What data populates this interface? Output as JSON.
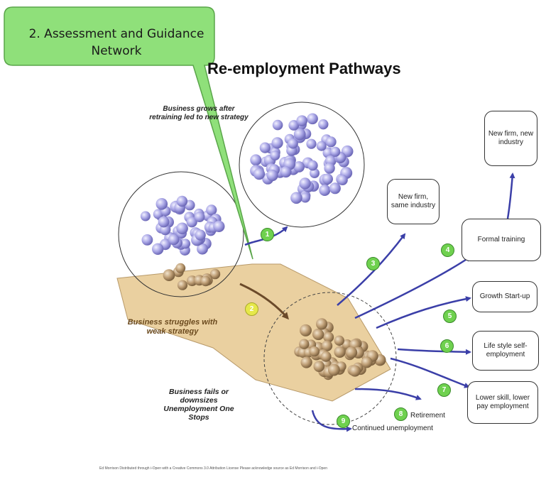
{
  "callout": {
    "title_line1": "2. Assessment and Guidance",
    "title_line2": "Network"
  },
  "title": "Re-employment Pathways",
  "labels": {
    "grows": "Business grows after retraining led to new strategy",
    "struggles": "Business struggles with weak strategy",
    "fails": "Business fails or downsizes Unemployment One Stops"
  },
  "boxes": {
    "new_firm_same": "New firm, same industry",
    "new_firm_new": "New firm, new industry",
    "formal_training": "Formal training",
    "growth_startup": "Growth Start-up",
    "lifestyle": "Life style self-employment",
    "lower_skill": "Lower skill, lower pay employment"
  },
  "outcomes": {
    "retirement": "Retirement",
    "continued": "Continued unemployment"
  },
  "numbers": [
    "1",
    "2",
    "3",
    "4",
    "5",
    "6",
    "7",
    "8",
    "9"
  ],
  "footer": "Ed Morrison Distributed through i-Open with a Creative Commons 3.0 Attribution License Please acknowledge source as Ed Morrison and i-Open",
  "colors": {
    "callout_fill": "#8fe07a",
    "sphere_purple": "#a9a6e8",
    "sphere_tan": "#b99a72",
    "region": "#e9c892",
    "arrow": "#3b3fa8",
    "badge": "#6fd14f"
  }
}
